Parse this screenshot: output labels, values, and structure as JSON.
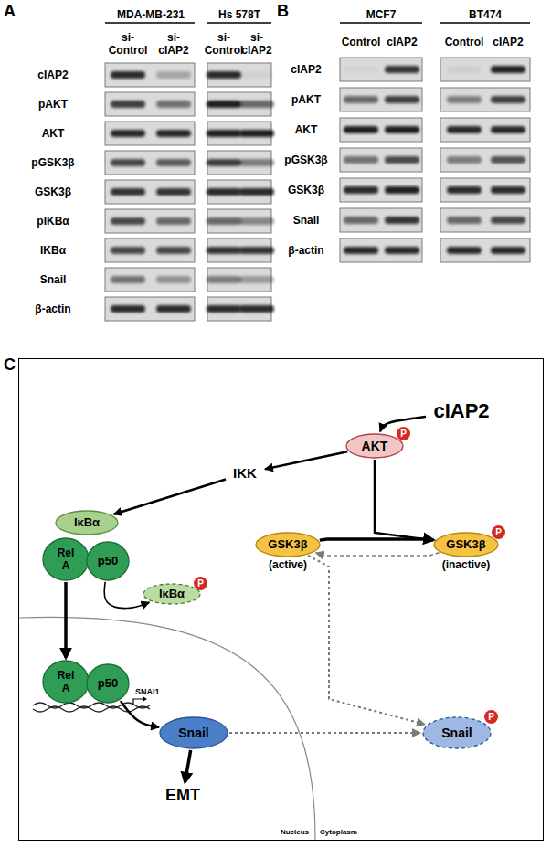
{
  "diagram": {
    "nodes": [
      {
        "text": [
          "C"
        ]
      },
      {
        "text": [
          "cIAP2"
        ],
        "in": 0
      },
      {
        "text": [
          "AKT",
          "P"
        ],
        "in": 0
      },
      {
        "text": [
          "IKK"
        ],
        "in": 0
      },
      {
        "text": [
          "IκBα"
        ],
        "in": 0
      },
      {
        "text": [
          "Rel A"
        ],
        "in": 0
      },
      {
        "text": [
          "p50"
        ],
        "in": 0
      },
      {
        "text": [
          "IκBα",
          "P"
        ],
        "in": 0
      },
      {
        "text": [
          "GSK3β",
          "(active)"
        ],
        "in": 0
      },
      {
        "text": [
          "GSK3β",
          "P",
          "(inactive)"
        ],
        "in": 0
      },
      {
        "text": [
          "Rel A"
        ],
        "in": 0
      },
      {
        "text": [
          "p50"
        ],
        "in": 0
      },
      {
        "text": [
          "Snail"
        ],
        "in": 0
      },
      {
        "text": [
          "Snail",
          "P"
        ],
        "in": 0
      },
      {
        "text": [
          "EMT"
        ],
        "in": 0
      }
    ],
    "edges": [
      {
        "from": 1,
        "to": 2,
        "arrow": "to"
      },
      {
        "from": 2,
        "to": 3,
        "arrow": "to"
      },
      {
        "from": 3,
        "to": 4,
        "arrow": "to"
      },
      {
        "from": 2,
        "to": 9,
        "arrow": "to"
      },
      {
        "from": 8,
        "to": 9,
        "arrow": "to"
      },
      {
        "from": 9,
        "to": 8,
        "arrow": "to"
      },
      {
        "from": 6,
        "to": 7,
        "arrow": "to"
      },
      {
        "from": 5,
        "to": 10,
        "arrow": "to"
      },
      {
        "from": 11,
        "to": 12,
        "arrow": "to"
      },
      {
        "from": 12,
        "to": 14,
        "arrow": "to"
      },
      {
        "from": 12,
        "to": 13,
        "arrow": "to"
      },
      {
        "from": 8,
        "to": 13,
        "arrow": "to"
      }
    ],
    "labels": [
      "A",
      "MDA-MB-231",
      "Hs 578T",
      "si- Control",
      "si- cIAP2",
      "si- Control",
      "si- cIAP2",
      "cIAP2",
      "pAKT",
      "AKT",
      "pGSK3β",
      "GSK3β",
      "pIKBα",
      "IKBα",
      "Snail",
      "β-actin",
      "B",
      "MCF7",
      "BT474",
      "Control",
      "cIAP2",
      "Control",
      "cIAP2",
      "cIAP2",
      "pAKT",
      "AKT",
      "pGSK3β",
      "GSK3β",
      "Snail",
      "β-actin",
      "SNAI1",
      "Nucleus",
      "Cytoplasm"
    ]
  }
}
